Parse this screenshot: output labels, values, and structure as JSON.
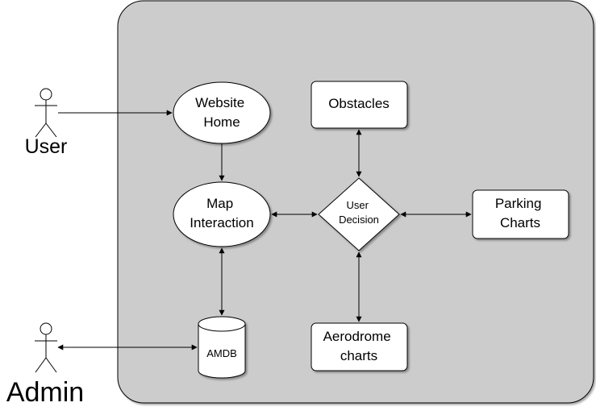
{
  "actors": {
    "user": {
      "label": "User"
    },
    "admin": {
      "label": "Admin"
    }
  },
  "nodes": {
    "website_home": [
      "Website",
      "Home"
    ],
    "map_interaction": [
      "Map",
      "Interaction"
    ],
    "obstacles": [
      "Obstacles"
    ],
    "user_decision": [
      "User",
      "Decision"
    ],
    "parking_charts": [
      "Parking",
      "Charts"
    ],
    "aerodrome_charts": [
      "Aerodrome",
      "charts"
    ],
    "amdb": [
      "AMDB"
    ]
  },
  "edges": [
    {
      "from": "user",
      "to": "website_home",
      "direction": "forward"
    },
    {
      "from": "website_home",
      "to": "map_interaction",
      "direction": "forward"
    },
    {
      "from": "map_interaction",
      "to": "user_decision",
      "direction": "both"
    },
    {
      "from": "user_decision",
      "to": "obstacles",
      "direction": "both"
    },
    {
      "from": "user_decision",
      "to": "parking_charts",
      "direction": "both"
    },
    {
      "from": "user_decision",
      "to": "aerodrome_charts",
      "direction": "both"
    },
    {
      "from": "map_interaction",
      "to": "amdb",
      "direction": "both"
    },
    {
      "from": "admin",
      "to": "amdb",
      "direction": "both"
    }
  ],
  "colors": {
    "container_fill": "#cccccc",
    "node_fill": "#ffffff",
    "stroke": "#000000"
  }
}
